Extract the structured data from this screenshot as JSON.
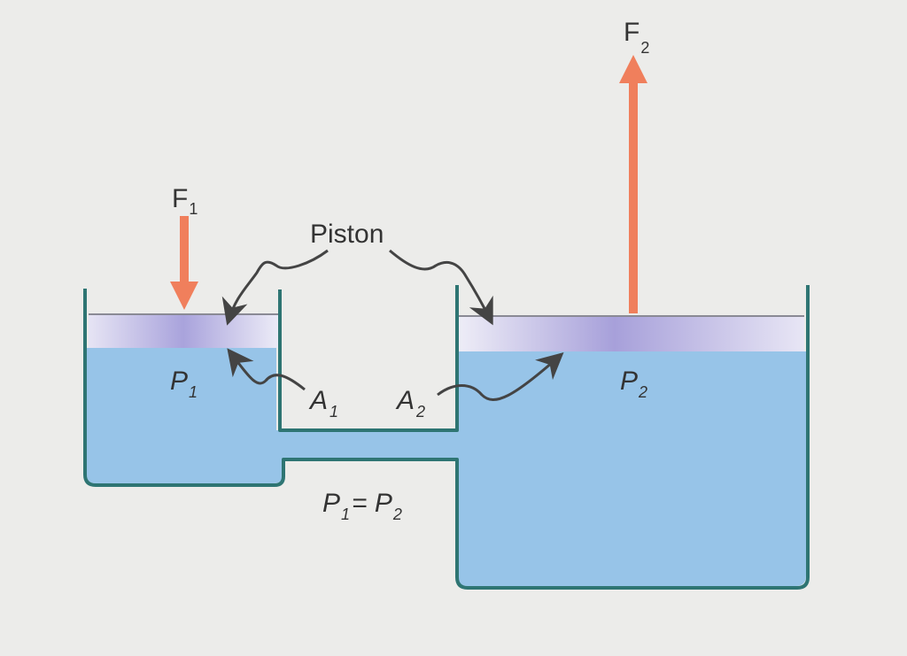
{
  "labels": {
    "piston": "Piston",
    "F1": {
      "main": "F",
      "sub": "1"
    },
    "F2": {
      "main": "F",
      "sub": "2"
    },
    "P1": {
      "main": "P",
      "sub": "1"
    },
    "P2": {
      "main": "P",
      "sub": "2"
    },
    "A1": {
      "main": "A",
      "sub": "1"
    },
    "A2": {
      "main": "A",
      "sub": "2"
    },
    "equation": {
      "p": "P",
      "sub1": "1",
      "eq": "= ",
      "sub2": "2"
    }
  },
  "colors": {
    "liquid": "#97c4e8",
    "wall": "#2e7573",
    "force_arrow": "#f07f5c",
    "label_arrow": "#444444",
    "piston": "#c4bfe6"
  },
  "forces": {
    "F2_to_F1_ratio": 2.5
  }
}
